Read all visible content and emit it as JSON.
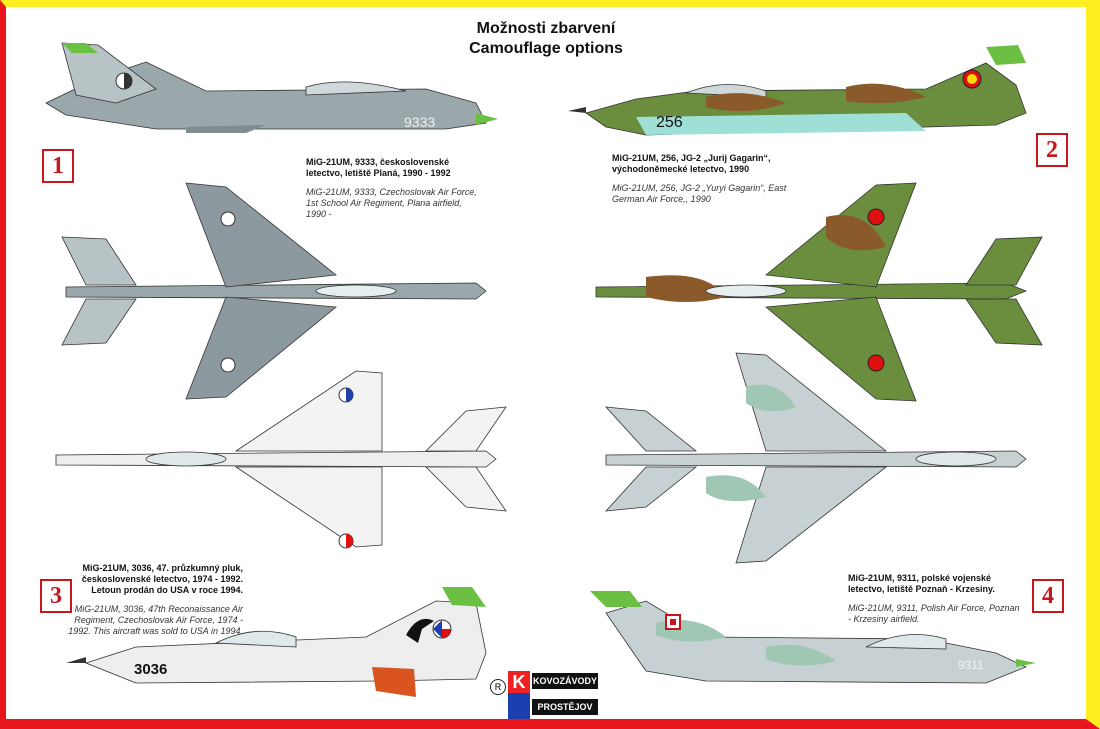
{
  "title": {
    "cz": "Možnosti zbarvení",
    "en": "Camouflage options"
  },
  "options": [
    {
      "number": "1",
      "serial": "9333",
      "cz": "MiG-21UM, 9333, československé letectvo, letiště Planá, 1990 - 1992",
      "en": "MiG-21UM, 9333, Czechoslovak Air Force, 1st School Air Regiment, Plana airfield, 1990 -"
    },
    {
      "number": "2",
      "serial": "256",
      "cz": "MiG-21UM, 256, JG-2 „Jurij Gagarin“, východoněmecké letectvo, 1990",
      "en": "MiG-21UM, 256, JG-2 „Yuryi Gagarin“, East German Air Force,, 1990"
    },
    {
      "number": "3",
      "serial": "3036",
      "cz": "MiG-21UM, 3036, 47. průzkumný pluk, československé letectvo, 1974 - 1992. Letoun prodán do USA v roce 1994.",
      "en": "MiG-21UM, 3036, 47th Reconaissance Air Regiment, Czechoslovak Air Force, 1974 - 1992. This aircraft was sold to USA in 1994."
    },
    {
      "number": "4",
      "serial": "9311",
      "cz": "MiG-21UM, 9311, polské vojenské letectvo, letiště Poznaň - Krzesiny.",
      "en": "MiG-21UM, 9311, Polish Air Force, Poznan - Krzesiny airfield."
    }
  ],
  "logo": {
    "mark": "K",
    "registered": "R",
    "line1": "KOVOZÁVODY",
    "line2": "PROSTĚJOV"
  },
  "colors": {
    "frame_top": "#ffee22",
    "frame_bottom": "#e8161c",
    "czech_grey": "#8c9aa0",
    "green": "#5c8a3a",
    "brown": "#8b5a2b",
    "polish_green": "#9fc7b4",
    "number_red": "#c7161c"
  }
}
